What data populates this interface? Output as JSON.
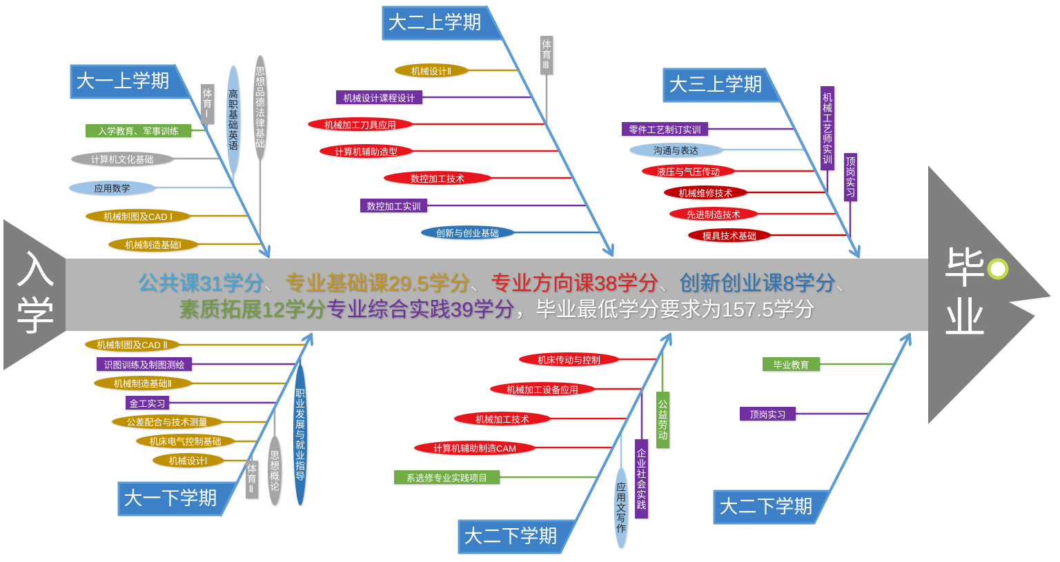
{
  "diagram": {
    "start": "入学",
    "end": "毕业"
  },
  "summary": {
    "line1": [
      "公共课31学分",
      "、",
      "专业基础课29.5学分",
      "、",
      "专业方向课38学分",
      "、",
      "创新创业课8学分",
      "、"
    ],
    "line2": [
      "素质拓展12学分",
      "专业综合实践39学分",
      "，毕业最低学分要求为157.5学分"
    ]
  },
  "semesters": [
    {
      "label": "大一上学期",
      "items": [
        "入学教育、军事训练",
        "计算机文化基础",
        "应用数学",
        "机械制图及CAD Ⅰ",
        "机械制造基础Ⅰ"
      ],
      "vertical_items": [
        "体育Ⅰ",
        "高职基础英语",
        "思想品德法律基础"
      ]
    },
    {
      "label": "大二上学期",
      "items": [
        "机械设计Ⅱ",
        "机械设计课程设计",
        "机械加工刀具应用",
        "计算机辅助造型",
        "数控加工技术",
        "数控加工实训",
        "创新与创业基础"
      ],
      "vertical_items": [
        "体育Ⅲ"
      ]
    },
    {
      "label": "大三上学期",
      "items": [
        "零件工艺制订实训",
        "沟通与表达",
        "液压与气压传动",
        "机械维修技术",
        "先进制造技术",
        "模具技术基础"
      ],
      "vertical_items": [
        "机械工艺师实训",
        "顶岗实习"
      ]
    },
    {
      "label": "大一下学期",
      "items": [
        "机械制图及CAD Ⅱ",
        "识图训练及制图测绘",
        "机械制造基础Ⅱ",
        "金工实习",
        "公差配合与技术测量",
        "机床电气控制基础",
        "机械设计Ⅰ"
      ],
      "vertical_items": [
        "职业发展与就业指导",
        "思想概论",
        "体育Ⅱ"
      ]
    },
    {
      "label": "大二下学期",
      "items": [
        "机床传动与控制",
        "机械加工设备应用",
        "机械加工技术",
        "计算机辅助制造CAM",
        "系选修专业实践项目"
      ],
      "vertical_items": [
        "公益劳动",
        "企业社会实践",
        "应用文写作"
      ]
    },
    {
      "label": "大二下学期",
      "items": [
        "毕业教育",
        "顶岗实习"
      ],
      "vertical_items": []
    }
  ],
  "colors": {
    "bone": "#5b9bd5",
    "label_fill": "#3c80c8",
    "spine": "#b5b5b5",
    "tail_head": "#7f7f7f",
    "eye_ring": "#c5d94c",
    "gold": "#bf9000",
    "grey": "#a5a5a5",
    "light_blue": "#9dc3e6",
    "red": "#e8141c",
    "dark_red": "#c00000",
    "purple": "#7030a0",
    "green": "#70ad47",
    "blue": "#2e75b6",
    "public_course": "#3ea9e1",
    "basic_course": "#c9961c",
    "direction_course": "#e5201e",
    "innovation_course": "#2e75b6",
    "quality_course": "#6f9d3b",
    "practice_course": "#7030a0",
    "separator": "#d9d9d9",
    "summary_text": "#ffffff"
  }
}
